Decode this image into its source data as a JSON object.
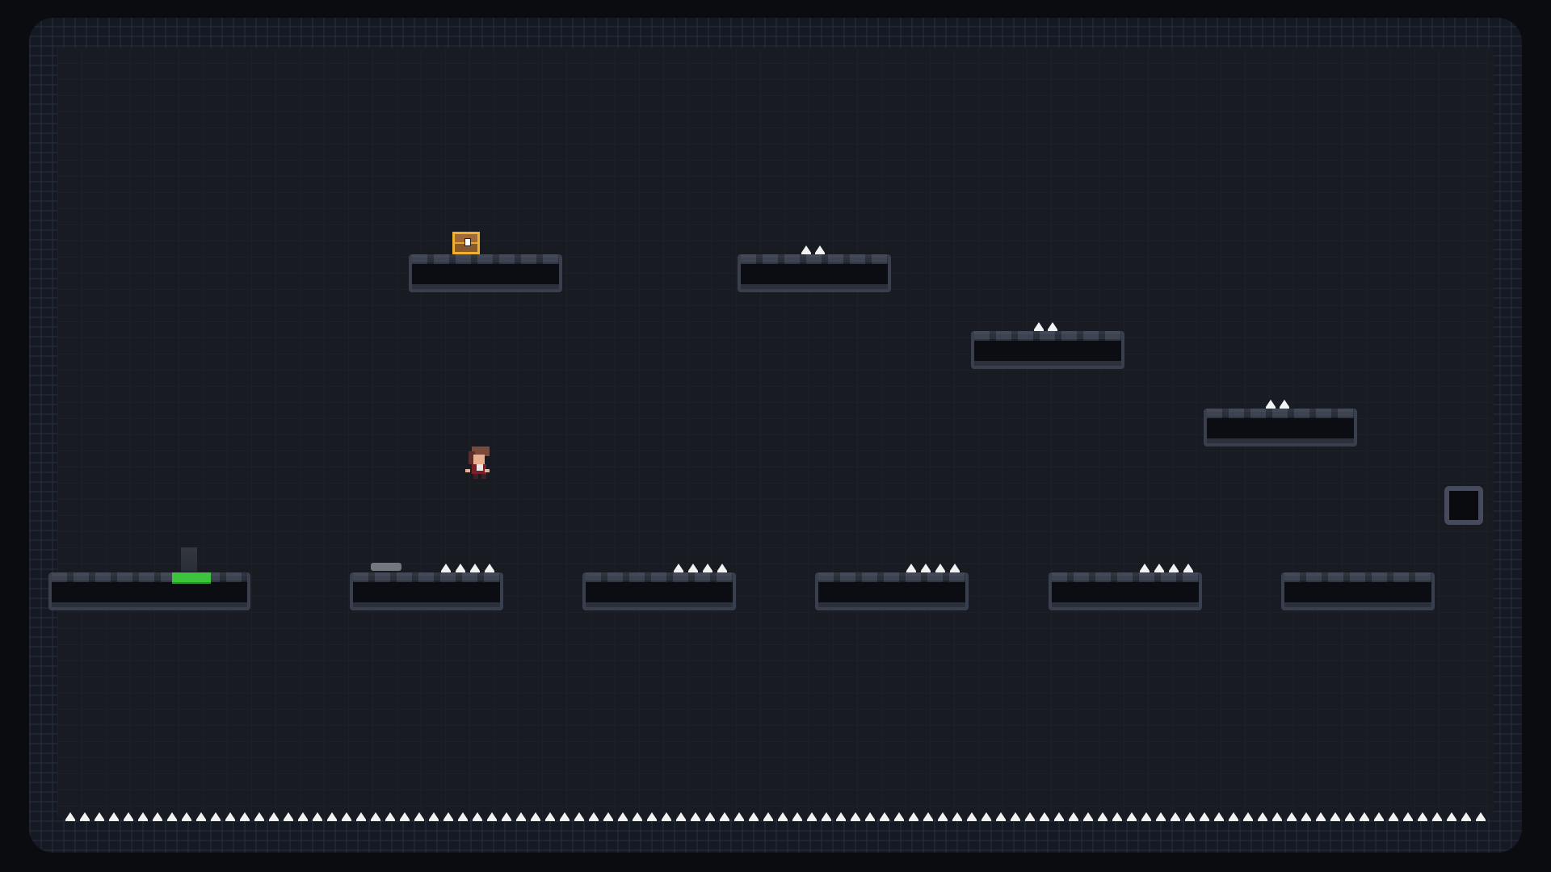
{
  "scene": {
    "type": "platformer-level",
    "entities": {
      "player": "player-character",
      "chest": "treasure-chest-icon",
      "hazard": "spike-icon",
      "exit": "exit-block",
      "decor": [
        "grass-patch",
        "smoke",
        "rubble"
      ]
    }
  },
  "colors": {
    "background": "#0a0c10",
    "wall": "#151923",
    "interior": "#181b22",
    "platform_border": "#3a3f4d",
    "spike": "#f2f2f2",
    "chest": "#e8a628",
    "grass": "#3cc43c"
  }
}
